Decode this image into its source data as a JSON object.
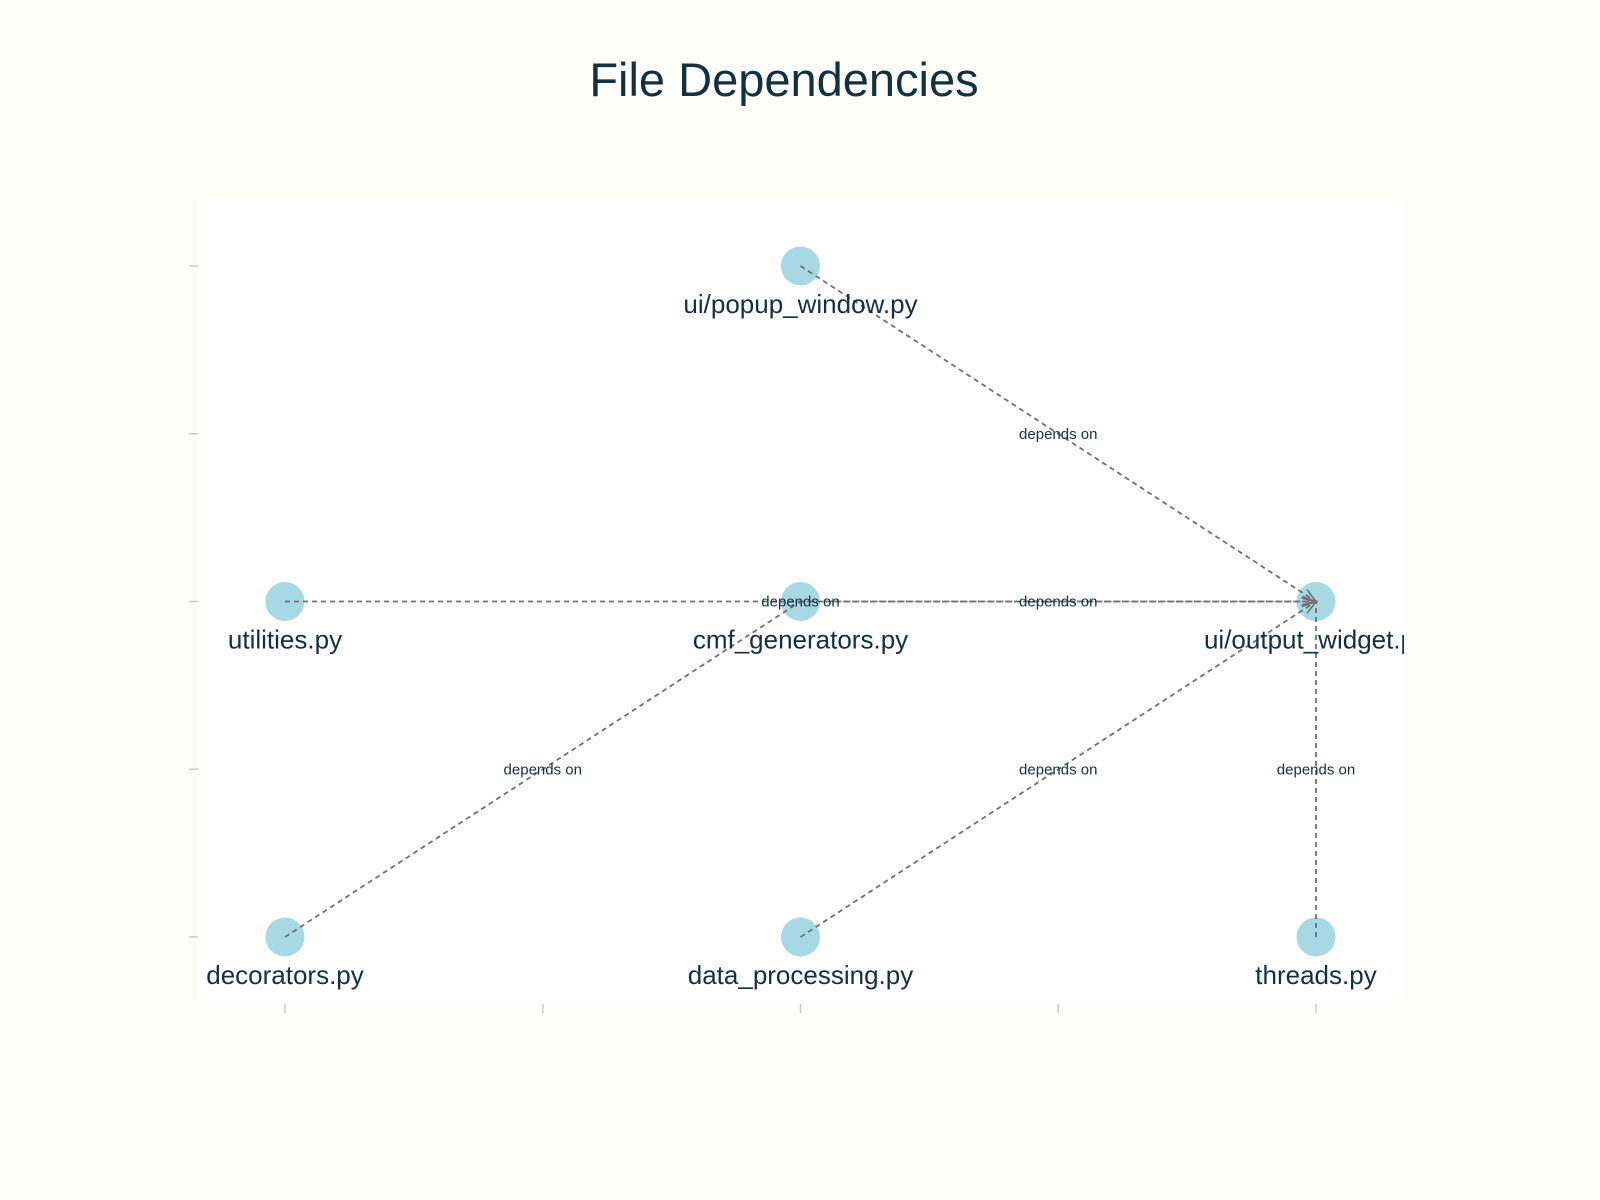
{
  "title": "File Dependencies",
  "colors": {
    "background": "#fdfdf9",
    "plot_background": "#ffffff",
    "node": "#a8d8e4",
    "edge": "#707070",
    "text": "#13303f",
    "tick": "#c8c8c8"
  },
  "nodes": [
    {
      "id": "popup",
      "label": "ui/popup_window.py",
      "col": 2,
      "row": 0
    },
    {
      "id": "utilities",
      "label": "utilities.py",
      "col": 0,
      "row": 2
    },
    {
      "id": "cmf",
      "label": "cmf_generators.py",
      "col": 2,
      "row": 2
    },
    {
      "id": "output",
      "label": "ui/output_widget.py",
      "col": 4,
      "row": 2
    },
    {
      "id": "decorators",
      "label": "decorators.py",
      "col": 0,
      "row": 4
    },
    {
      "id": "data",
      "label": "data_processing.py",
      "col": 2,
      "row": 4
    },
    {
      "id": "threads",
      "label": "threads.py",
      "col": 4,
      "row": 4
    }
  ],
  "edges": [
    {
      "from": "popup",
      "to": "output",
      "label": "depends on",
      "arrow": true
    },
    {
      "from": "utilities",
      "to": "output",
      "label": "depends on",
      "arrow": true
    },
    {
      "from": "cmf",
      "to": "output",
      "label": "depends on",
      "arrow": true
    },
    {
      "from": "decorators",
      "to": "cmf",
      "label": "depends on",
      "arrow": false
    },
    {
      "from": "data",
      "to": "output",
      "label": "depends on",
      "arrow": true
    },
    {
      "from": "threads",
      "to": "output",
      "label": "depends on",
      "arrow": false
    }
  ]
}
